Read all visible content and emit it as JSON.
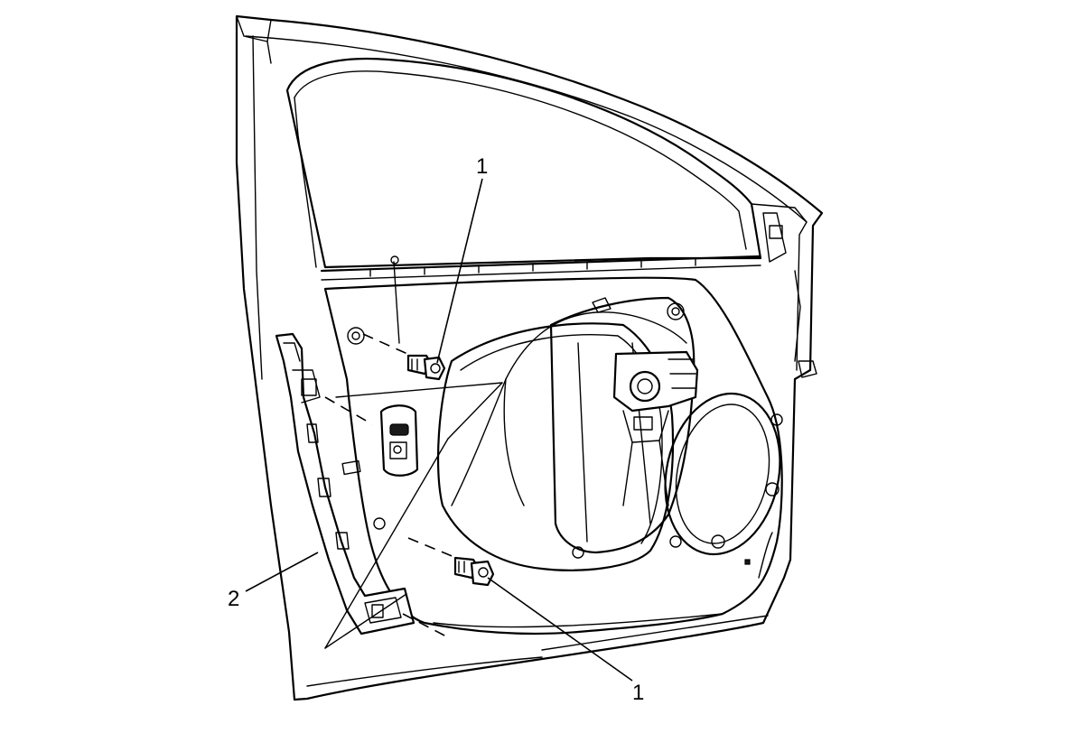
{
  "callouts": [
    {
      "id": "bolt-upper",
      "label": "1"
    },
    {
      "id": "bracket",
      "label": "2"
    },
    {
      "id": "bolt-lower",
      "label": "1"
    }
  ]
}
